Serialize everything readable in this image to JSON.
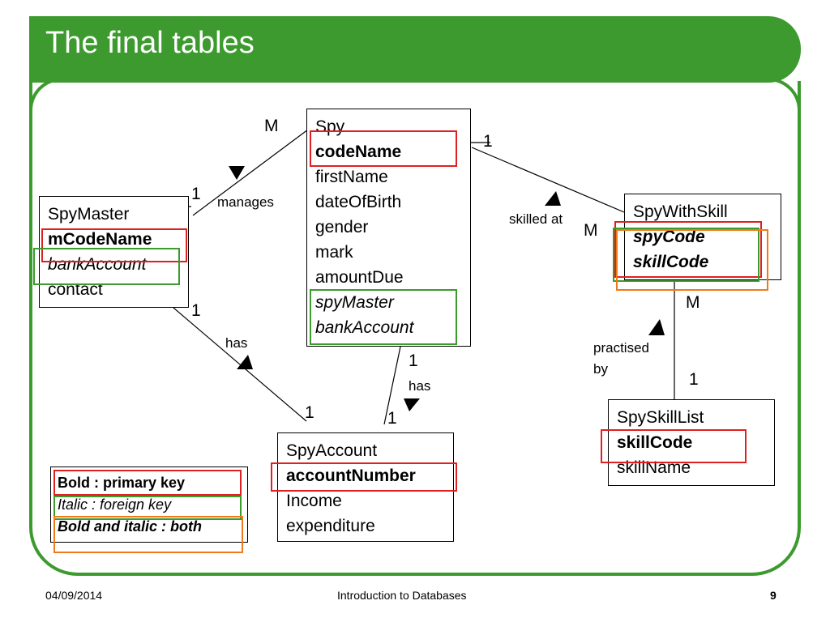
{
  "slide": {
    "title": "The final tables",
    "colors": {
      "green": "#3c9a2e",
      "red": "#e02020",
      "orange": "#f07a1a"
    }
  },
  "entities": {
    "spy": {
      "name": "Spy",
      "fields": [
        "codeName",
        "firstName",
        "dateOfBirth",
        "gender",
        "mark",
        "amountDue",
        "spyMaster",
        "bankAccount"
      ]
    },
    "spymaster": {
      "name": "SpyMaster",
      "fields": [
        "mCodeName",
        "bankAccount",
        "contact"
      ]
    },
    "spywithskill": {
      "name": "SpyWithSkill",
      "fields": [
        "spyCode",
        "skillCode"
      ]
    },
    "spyaccount": {
      "name": "SpyAccount",
      "fields": [
        "accountNumber",
        "Income",
        "expenditure"
      ]
    },
    "spyskilllist": {
      "name": "SpySkillList",
      "fields": [
        "skillCode",
        "skillName"
      ]
    }
  },
  "relationships": {
    "manages": {
      "label": "manages",
      "card_master": "1",
      "card_spy": "M"
    },
    "skilled_at": {
      "label": "skilled at",
      "card_spy": "1",
      "card_skill": "M"
    },
    "has_master": {
      "label": "has",
      "card_master": "1",
      "card_account": "1"
    },
    "has_spy": {
      "label": "has",
      "card_spy": "1",
      "card_account": "1"
    },
    "practised_by": {
      "label_line1": "practised",
      "label_line2": "by",
      "card_withskill": "M",
      "card_list": "1"
    }
  },
  "legend": {
    "primary": "Bold : primary key",
    "foreign": "Italic : foreign key",
    "both": "Bold and italic : both"
  },
  "footer": {
    "date": "04/09/2014",
    "center": "Introduction to Databases",
    "page": "9"
  }
}
